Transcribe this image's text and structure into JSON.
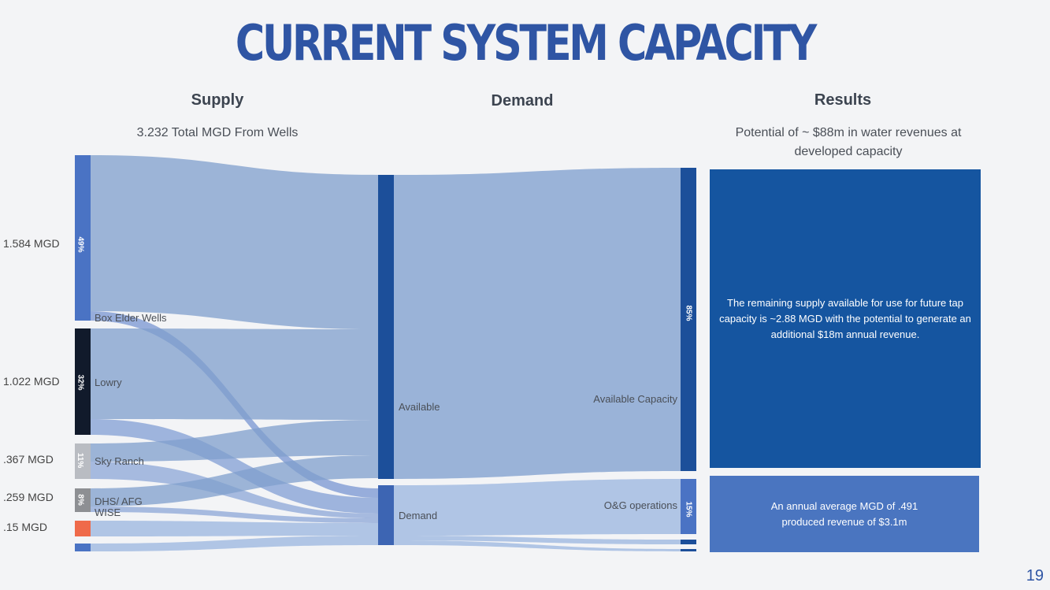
{
  "title": "CURRENT SYSTEM CAPACITY",
  "columns": {
    "supply": {
      "heading": "Supply",
      "subheading": "3.232 Total MGD From Wells"
    },
    "demand": {
      "heading": "Demand"
    },
    "results": {
      "heading": "Results",
      "subheading": "Potential of ~ $88m in water revenues at developed capacity"
    }
  },
  "supply_nodes": [
    {
      "mgd": "1.584 MGD",
      "label": "Box Elder Wells",
      "pct": "49%",
      "color": "#4a73c4"
    },
    {
      "mgd": "1.022 MGD",
      "label": "Lowry",
      "pct": "32%",
      "color": "#111a2b"
    },
    {
      "mgd": ".367 MGD",
      "label": "Sky Ranch",
      "pct": "11%",
      "color": "#b9bcc2"
    },
    {
      "mgd": ".259 MGD",
      "label": "DHS/ AFG WISE",
      "pct": "8%",
      "color": "#8d8f93"
    },
    {
      "mgd": ".15 MGD",
      "label": "",
      "pct": "",
      "color": "#ef6a4a"
    }
  ],
  "demand_nodes": [
    {
      "label": "Available",
      "color": "#1c4f9a"
    },
    {
      "label": "Demand",
      "color": "#3d65b3"
    }
  ],
  "outcome_nodes": [
    {
      "label": "Available Capacity",
      "pct": "85%",
      "color": "#1c4f9a"
    },
    {
      "label": "O&G operations",
      "pct": "15%",
      "color": "#4a73c4"
    }
  ],
  "results": [
    {
      "text": "The remaining supply available for use for future tap capacity is ~2.88 MGD with the potential to generate an additional $18m annual revenue.",
      "color": "#1555a0"
    },
    {
      "text": "An annual average MGD of .491 produced revenue of $3.1m",
      "color": "#4a75c0"
    }
  ],
  "page_number": "19",
  "colors": {
    "title": "#2f55a4",
    "flow": "#7f9fcc",
    "flow_light": "#a9c0e3"
  }
}
